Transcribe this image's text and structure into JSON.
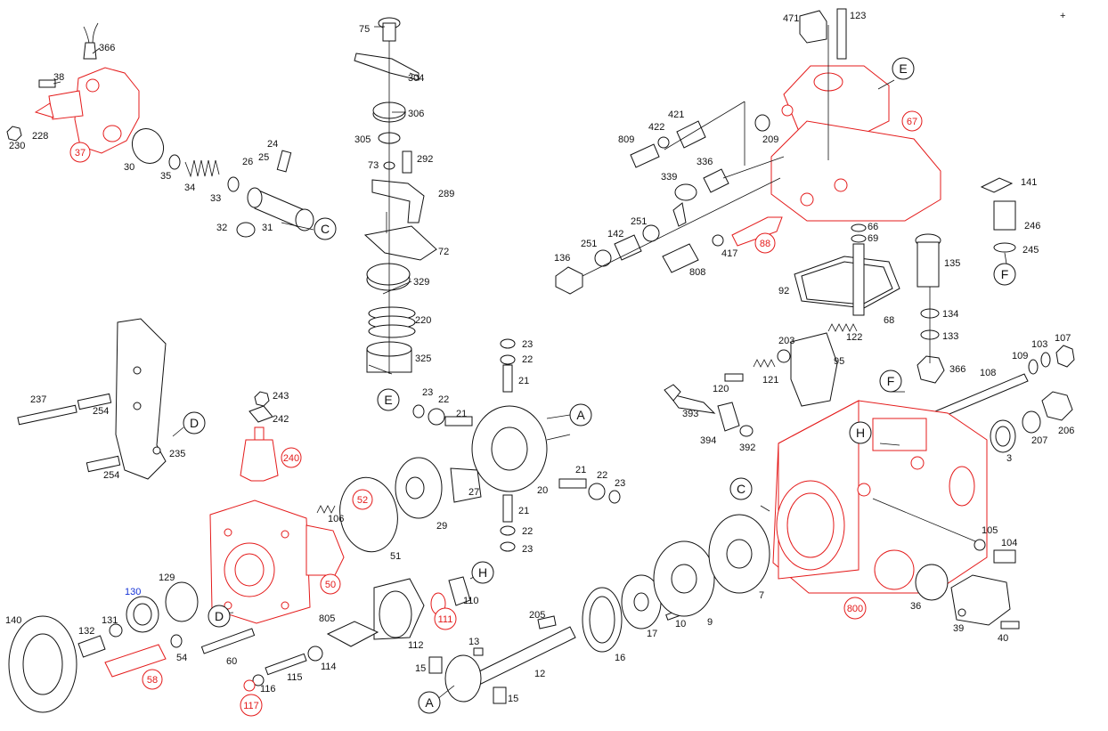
{
  "diagram": {
    "labels": {
      "p366a": "366",
      "p38": "38",
      "p228": "228",
      "p230": "230",
      "p37": "37",
      "p30": "30",
      "p35": "35",
      "p34": "34",
      "p33": "33",
      "p24": "24",
      "p26": "26",
      "p25": "25",
      "p32": "32",
      "p31": "31",
      "p75": "75",
      "p304": "304",
      "p306": "306",
      "p305": "305",
      "p73": "73",
      "p292": "292",
      "p289": "289",
      "p72": "72",
      "p329": "329",
      "p220": "220",
      "p325": "325",
      "p471": "471",
      "p123": "123",
      "p421": "421",
      "p422": "422",
      "p809": "809",
      "p209": "209",
      "p67": "67",
      "p336": "336",
      "p339": "339",
      "p251a": "251",
      "p142": "142",
      "p251b": "251",
      "p136": "136",
      "p808": "808",
      "p417": "417",
      "p88": "88",
      "p66": "66",
      "p69": "69",
      "p92": "92",
      "p68": "68",
      "p122": "122",
      "p203": "203",
      "p95": "95",
      "p120": "120",
      "p121": "121",
      "p135": "135",
      "p134": "134",
      "p133": "133",
      "p366b": "366",
      "p141": "141",
      "p246": "246",
      "p245": "245",
      "p108": "108",
      "p109": "109",
      "p103": "103",
      "p107": "107",
      "p206": "206",
      "p207": "207",
      "p3": "3",
      "p393": "393",
      "p394": "394",
      "p392": "392",
      "p237": "237",
      "p254a": "254",
      "p235": "235",
      "p254b": "254",
      "p243": "243",
      "p242": "242",
      "p240": "240",
      "p23a": "23",
      "p22a": "22",
      "p21a": "21",
      "p23b": "23",
      "p22b": "22",
      "p21b": "21",
      "p27": "27",
      "p20": "20",
      "p21c": "21",
      "p22c": "22",
      "p23c": "23",
      "p21d": "21",
      "p22d": "22",
      "p23d": "23",
      "p106": "106",
      "p52": "52",
      "p29": "29",
      "p51": "51",
      "p50": "50",
      "p129": "129",
      "p130": "130",
      "p131": "131",
      "p140": "140",
      "p132": "132",
      "p54": "54",
      "p60": "60",
      "p58": "58",
      "p805": "805",
      "p114": "114",
      "p115": "115",
      "p116": "116",
      "p117": "117",
      "p112": "112",
      "p111": "111",
      "p110": "110",
      "p13": "13",
      "p15a": "15",
      "p15b": "15",
      "p205": "205",
      "p12": "12",
      "p16": "16",
      "p17": "17",
      "p10": "10",
      "p9": "9",
      "p7": "7",
      "p800": "800",
      "p36": "36",
      "p39": "39",
      "p40": "40",
      "p105": "105",
      "p104": "104"
    },
    "refs": {
      "C1": "C",
      "E1": "E",
      "E2": "E",
      "F1": "F",
      "F2": "F",
      "H1": "H",
      "H2": "H",
      "A1": "A",
      "A2": "A",
      "D1": "D",
      "D2": "D",
      "C2": "C"
    },
    "mark": "+"
  }
}
